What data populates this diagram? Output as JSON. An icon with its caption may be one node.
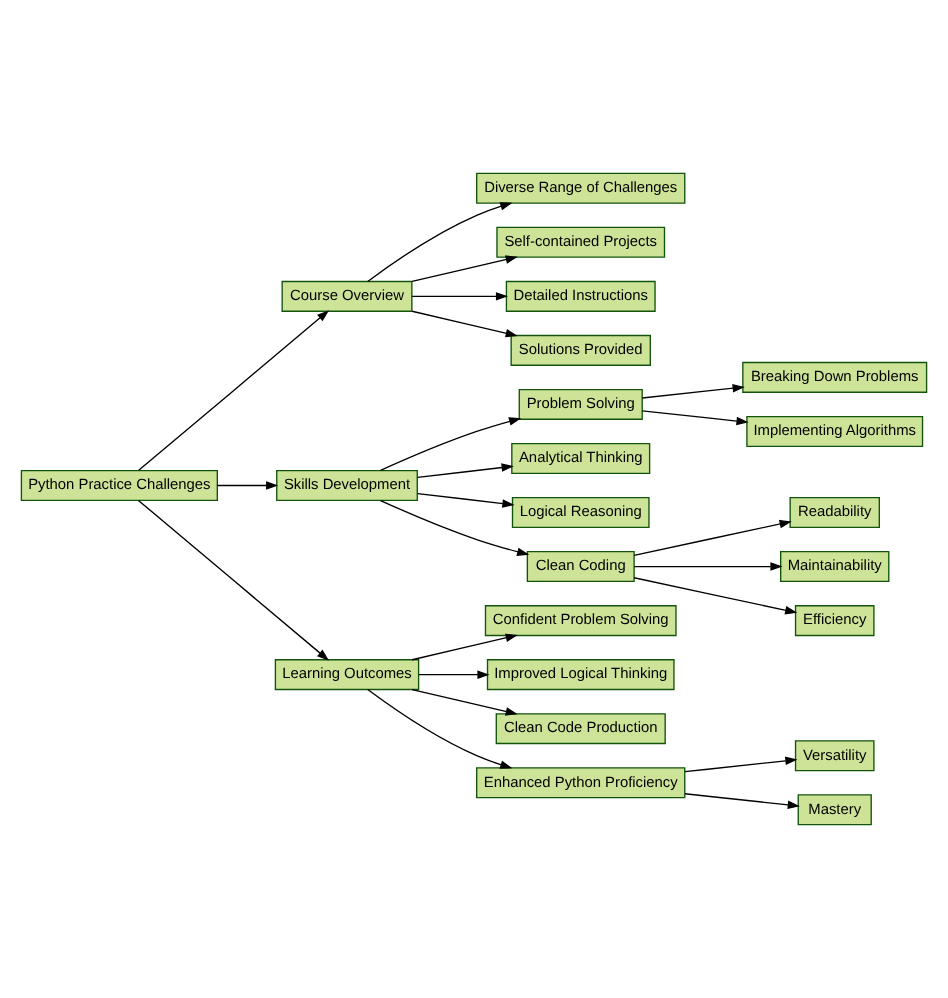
{
  "diagram": {
    "nodes": [
      {
        "text": [
          "Python Practice Challenges"
        ]
      },
      {
        "text": [
          "Course Overview"
        ]
      },
      {
        "text": [
          "Diverse Range of Challenges"
        ]
      },
      {
        "text": [
          "Self-contained Projects"
        ]
      },
      {
        "text": [
          "Detailed Instructions"
        ]
      },
      {
        "text": [
          "Solutions Provided"
        ]
      },
      {
        "text": [
          "Skills Development"
        ]
      },
      {
        "text": [
          "Problem Solving"
        ]
      },
      {
        "text": [
          "Breaking Down Problems"
        ]
      },
      {
        "text": [
          "Implementing Algorithms"
        ]
      },
      {
        "text": [
          "Analytical Thinking"
        ]
      },
      {
        "text": [
          "Logical Reasoning"
        ]
      },
      {
        "text": [
          "Clean Coding"
        ]
      },
      {
        "text": [
          "Readability"
        ]
      },
      {
        "text": [
          "Maintainability"
        ]
      },
      {
        "text": [
          "Efficiency"
        ]
      },
      {
        "text": [
          "Learning Outcomes"
        ]
      },
      {
        "text": [
          "Confident Problem Solving"
        ]
      },
      {
        "text": [
          "Improved Logical Thinking"
        ]
      },
      {
        "text": [
          "Clean Code Production"
        ]
      },
      {
        "text": [
          "Enhanced Python Proficiency"
        ]
      },
      {
        "text": [
          "Versatility"
        ]
      },
      {
        "text": [
          "Mastery"
        ]
      }
    ],
    "edges": [
      {
        "from": 0,
        "to": 1,
        "arrow": "to"
      },
      {
        "from": 1,
        "to": 2,
        "arrow": "to"
      },
      {
        "from": 1,
        "to": 3,
        "arrow": "to"
      },
      {
        "from": 1,
        "to": 4,
        "arrow": "to"
      },
      {
        "from": 1,
        "to": 5,
        "arrow": "to"
      },
      {
        "from": 0,
        "to": 6,
        "arrow": "to"
      },
      {
        "from": 6,
        "to": 7,
        "arrow": "to"
      },
      {
        "from": 7,
        "to": 8,
        "arrow": "to"
      },
      {
        "from": 7,
        "to": 9,
        "arrow": "to"
      },
      {
        "from": 6,
        "to": 10,
        "arrow": "to"
      },
      {
        "from": 6,
        "to": 11,
        "arrow": "to"
      },
      {
        "from": 6,
        "to": 12,
        "arrow": "to"
      },
      {
        "from": 12,
        "to": 13,
        "arrow": "to"
      },
      {
        "from": 12,
        "to": 14,
        "arrow": "to"
      },
      {
        "from": 12,
        "to": 15,
        "arrow": "to"
      },
      {
        "from": 0,
        "to": 16,
        "arrow": "to"
      },
      {
        "from": 16,
        "to": 17,
        "arrow": "to"
      },
      {
        "from": 16,
        "to": 18,
        "arrow": "to"
      },
      {
        "from": 16,
        "to": 19,
        "arrow": "to"
      },
      {
        "from": 16,
        "to": 20,
        "arrow": "to"
      },
      {
        "from": 20,
        "to": 21,
        "arrow": "to"
      },
      {
        "from": 20,
        "to": 22,
        "arrow": "to"
      }
    ]
  }
}
